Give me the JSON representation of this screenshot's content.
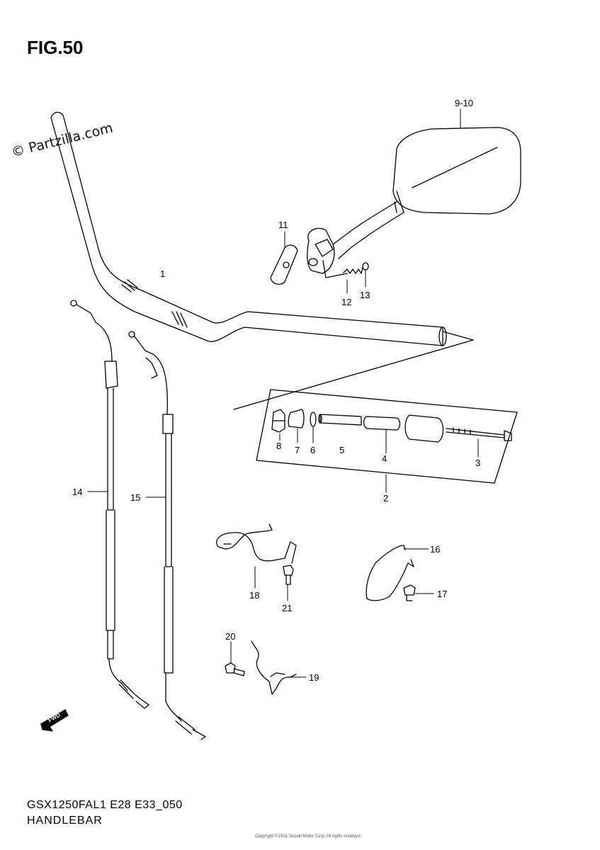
{
  "figure_title": "FIG.50",
  "watermark": "© Partzilla.com",
  "footer": {
    "model_code": "GSX1250FAL1 E28 E33_050",
    "part_name": "HANDLEBAR",
    "fine_print": "Copyright © 2011 Suzuki Motor Corp. All rights reserved."
  },
  "fwd_marker": "FWD",
  "callouts": {
    "c1": "1",
    "c2": "2",
    "c3": "3",
    "c4": "4",
    "c5": "5",
    "c6": "6",
    "c7": "7",
    "c8": "8",
    "c9_10": "9-10",
    "c11": "11",
    "c12": "12",
    "c13": "13",
    "c14": "14",
    "c15": "15",
    "c16": "16",
    "c17": "17",
    "c18": "18",
    "c19": "19",
    "c20": "20",
    "c21": "21"
  }
}
